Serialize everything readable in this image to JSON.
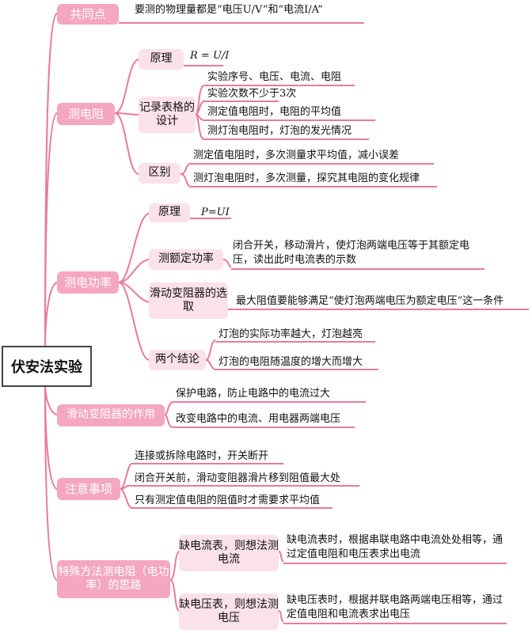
{
  "root": "伏安法实验",
  "accent": "#e87a9e",
  "common": {
    "label": "共同点",
    "text": "要测的物理量都是“电压U/V”和“电流I/A”"
  },
  "resistance": {
    "label": "测电阻",
    "principle": {
      "label": "原理",
      "formula": "R = U/I"
    },
    "table": {
      "label": "记录表格的设计",
      "items": [
        "实验序号、电压、电流、电阻",
        "实验次数不少于3次",
        "测定值电阻时，电阻的平均值",
        "测灯泡电阻时，灯泡的发光情况"
      ]
    },
    "difference": {
      "label": "区别",
      "items": [
        "测定值电阻时，多次测量求平均值，减小误差",
        "测灯泡电阻时，多次测量，探究其电阻的变化规律"
      ]
    }
  },
  "power": {
    "label": "测电功率",
    "principle": {
      "label": "原理",
      "formula": "P=UI"
    },
    "rated": {
      "label": "测额定功率",
      "text": "闭合开关，移动滑片，使灯泡两端电压等于其额定电压，读出此时电流表的示数"
    },
    "rheostat": {
      "label": "滑动变阻器的选取",
      "text": "最大阻值要能够满足“使灯泡两端电压为额定电压”这一条件"
    },
    "conclusions": {
      "label": "两个结论",
      "items": [
        "灯泡的实际功率越大，灯泡越亮",
        "灯泡的电阻随温度的增大而增大"
      ]
    }
  },
  "rheostat_role": {
    "label": "滑动变阻器的作用",
    "items": [
      "保护电路，防止电路中的电流过大",
      "改变电路中的电流、用电器两端电压"
    ]
  },
  "notes": {
    "label": "注意事项",
    "items": [
      "连接或拆除电路时，开关断开",
      "闭合开关前，滑动变阻器滑片移到阻值最大处",
      "只有测定值电阻的阻值时才需要求平均值"
    ]
  },
  "special": {
    "label": "特殊方法测电阻（电功率）的思路",
    "no_ammeter": {
      "label": "缺电流表，则想法测电流",
      "text": "缺电流表时，根据串联电路中电流处处相等，通过定值电阻和电压表求出电流"
    },
    "no_voltmeter": {
      "label": "缺电压表，则想法测电压",
      "text": "缺电压表时，根据并联电路两端电压相等，通过定值电阻和电流表求出电压"
    }
  }
}
